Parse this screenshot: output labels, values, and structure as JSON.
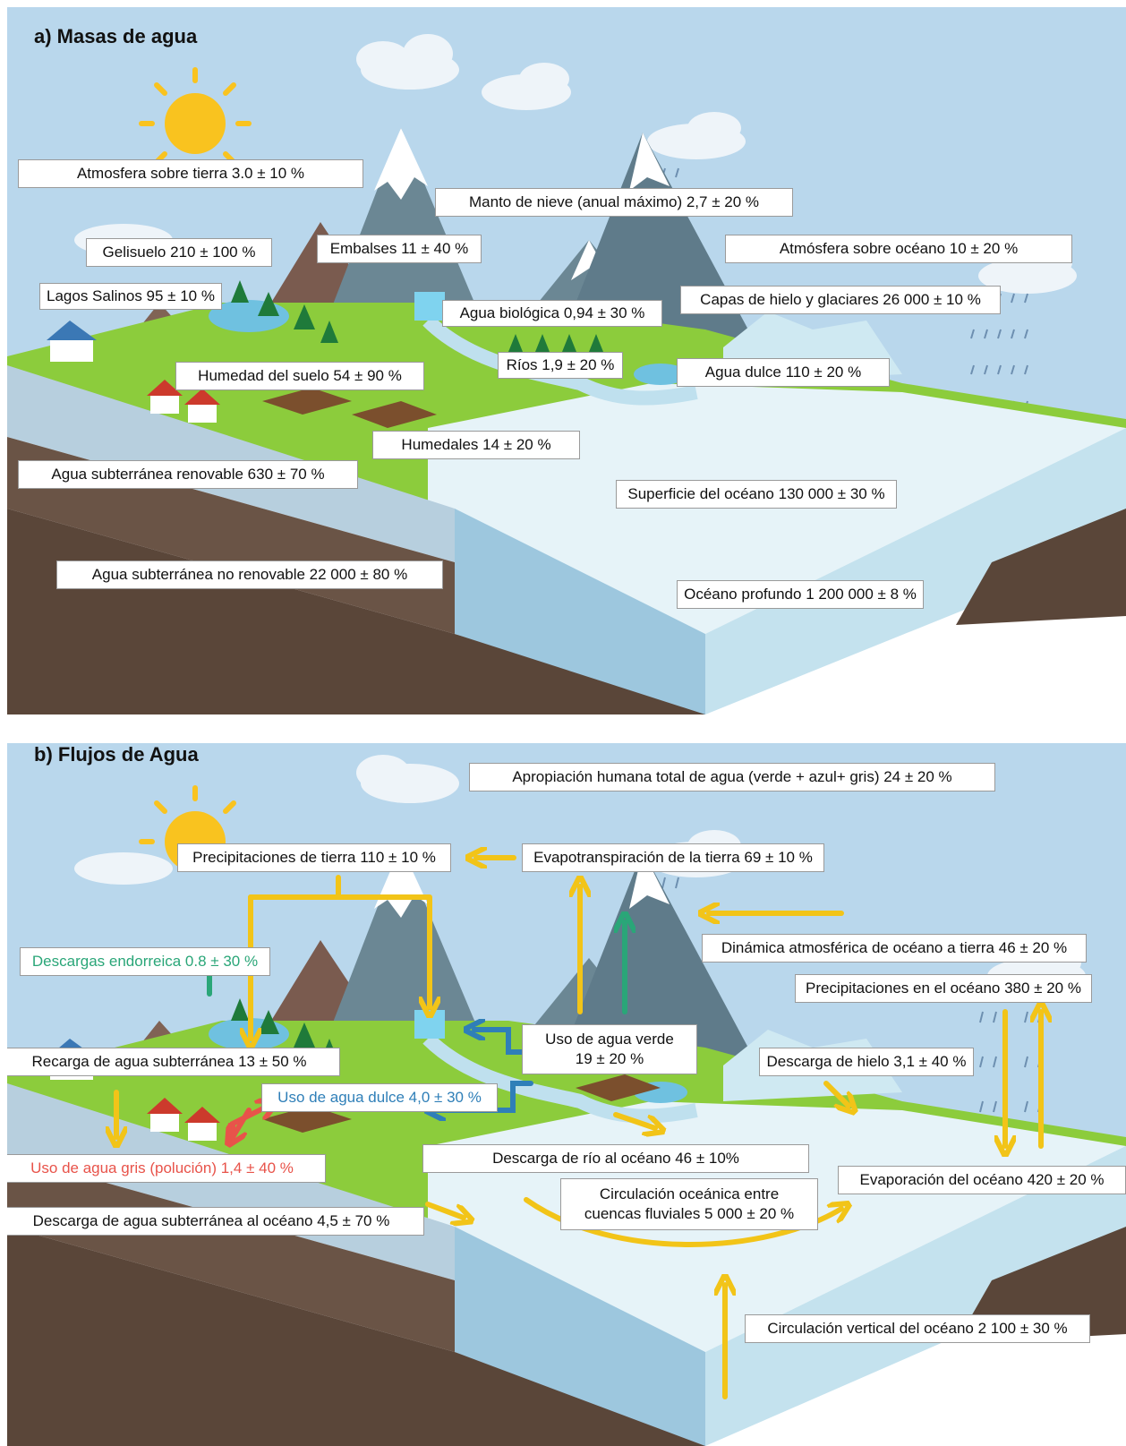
{
  "panel_a": {
    "title": "a) Masas de agua",
    "labels": {
      "atm_tierra": "Atmosfera sobre tierra 3.0 ± 10 %",
      "manto_nieve": "Manto de nieve (anual máximo) 2,7 ± 20 %",
      "gelisuelo": "Gelisuelo 210 ± 100 %",
      "embalses": "Embalses 11 ± 40 %",
      "atm_oceano": "Atmósfera sobre océano 10 ± 20 %",
      "lagos_salinos": "Lagos Salinos 95 ± 10 %",
      "agua_biologica": "Agua biológica 0,94 ± 30 %",
      "capas_hielo": "Capas de hielo y glaciares 26 000 ± 10 %",
      "rios": "Ríos 1,9 ± 20 %",
      "agua_dulce": "Agua dulce 110 ± 20 %",
      "humedad_suelo": "Humedad del suelo 54 ± 90 %",
      "humedales": "Humedales 14 ± 20 %",
      "subterranea_renovable": "Agua subterránea renovable 630 ± 70 %",
      "superficie_oceano": "Superficie del océano 130 000 ± 30 %",
      "subterranea_no_renovable": "Agua subterránea no renovable 22 000 ± 80 %",
      "oceano_profundo": "Océano profundo 1 200 000 ± 8 %"
    }
  },
  "panel_b": {
    "title": "b) Flujos de Agua",
    "labels": {
      "apropiacion": "Apropiación humana total de agua (verde + azul+ gris) 24 ± 20 %",
      "precip_tierra": "Precipitaciones de tierra 110 ± 10 %",
      "evapotranspiracion": "Evapotranspiración de la tierra 69 ± 10 %",
      "dinamica_atm": "Dinámica atmosférica de océano a tierra  46 ± 20 %",
      "descargas_endorreica": "Descargas endorreica 0.8 ± 30 %",
      "precip_oceano": "Precipitaciones en el océano 380 ± 20 %",
      "uso_verde_1": "Uso de agua verde",
      "uso_verde_2": "19 ± 20 %",
      "recarga_sub": "Recarga de agua subterránea  13 ± 50 %",
      "descarga_hielo": "Descarga de hielo  3,1 ± 40 %",
      "uso_dulce": "Uso de agua dulce 4,0 ± 30 %",
      "descarga_rio": "Descarga de río al océano 46 ± 10%",
      "uso_gris": "Uso de agua gris (polución) 1,4 ± 40 %",
      "evap_oceano": "Evaporación del océano 420 ± 20 %",
      "circ_cuencas_1": "Circulación oceánica entre",
      "circ_cuencas_2": "cuencas fluviales 5 000 ± 20 %",
      "descarga_sub_oceano": "Descarga de agua subterránea al océano 4,5 ± 70 %",
      "circ_vertical": "Circulación vertical del océano 2 100 ± 30 %"
    }
  },
  "colors": {
    "flow_yellow": "#f2c418",
    "flow_green": "#2aa678",
    "flow_blue": "#2f7fb8",
    "flow_red": "#e8534a",
    "sky": "#b9d7ec",
    "ocean": "#dbeef6"
  }
}
